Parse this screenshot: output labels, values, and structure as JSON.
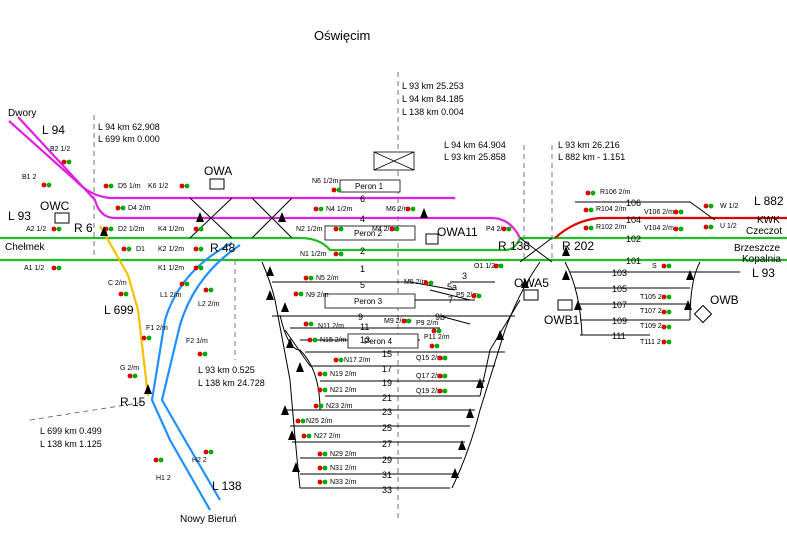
{
  "title": "Oświęcim",
  "markers": {
    "km_left": [
      "L 94   km  62.908",
      "L 699 km    0.000"
    ],
    "km_top": [
      "L 93   km   25.253",
      "L 94   km   84.185",
      "L 138 km     0.004"
    ],
    "km_mid": [
      "L 94 km  64.904",
      "L 93 km  25.858"
    ],
    "km_right": [
      "L 93    km   26.216",
      "L 882 km  - 1.151"
    ],
    "km_lower": [
      "L 93    km   0.525",
      "L 138 km 24.728"
    ],
    "km_bottom": [
      "L 699  km  0.499",
      "L 138  km  1.125"
    ]
  },
  "lines": {
    "dwory": "Dwory",
    "l94": "L 94",
    "l93_left": "L 93",
    "chelmek": "Chełmek",
    "l699": "L 699",
    "l138": "L 138",
    "nowy_bierun": "Nowy Bieruń",
    "l882": "L 882",
    "kwk": "KWK",
    "czeczot": "Czeczot",
    "brzeszcze": "Brzeszcze",
    "kopalnia": "Kopalnia",
    "l93_right": "L 93"
  },
  "posts": {
    "owc": "OWC",
    "owa": "OWA",
    "owa11": "OWA11",
    "owa5": "OWA5",
    "owb1": "OWB1",
    "owb": "OWB",
    "r6": "R 6",
    "r48": "R 48",
    "r138": "R 138",
    "r202": "R 202",
    "r15": "R 15"
  },
  "platforms": [
    "Peron  1",
    "Peron 2",
    "Peron 3",
    "Peron  4"
  ],
  "tracks": [
    "6",
    "4",
    "2",
    "1",
    "3",
    "5",
    "5a",
    "7",
    "9",
    "9b",
    "11",
    "13",
    "15",
    "17",
    "19",
    "21",
    "23",
    "25",
    "27",
    "29",
    "31",
    "33",
    "106",
    "104",
    "102",
    "101",
    "103",
    "105",
    "107",
    "109",
    "111"
  ],
  "signals": [
    "B2 1/2",
    "B1 2",
    "D5 1/m",
    "K6 1/2",
    "D4 2/m",
    "A2 1/2",
    "D2 1/2m",
    "K4 1/2m",
    "D1",
    "K2 1/2m",
    "A1 1/2",
    "K1 1/2m",
    "L1 2/m",
    "L2 2/m",
    "C 2/m",
    "F1 2/m",
    "F2 1/m",
    "G 2/m",
    "H2 2",
    "H1 2",
    "N6 1/2m",
    "N4 1/2m",
    "N2 1/2m",
    "N1 1/2m",
    "M6 2/m",
    "M4 2/m",
    "P4 2/m",
    "O1 1/2m",
    "N5 2/m",
    "N9 2/m",
    "M5 2/m",
    "P5 2/m",
    "N11 2/m",
    "M9 2/m",
    "N15 2/m",
    "P9 2/m",
    "P11 2/m",
    "N17 2/m",
    "N19 2/m",
    "N21 2/m",
    "N23 2/m",
    "N25 2/m",
    "N27 2/m",
    "N29 2/m",
    "N31 2/m",
    "N33 2/m",
    "Q15 2/m",
    "Q17 2/m",
    "Q19 2/m",
    "R106 2/m",
    "R104 2/m",
    "R102 2/m",
    "V106 2/m",
    "V104 2/m",
    "W 1/2",
    "U 1/2",
    "S",
    "T105 2",
    "T107 2",
    "T109 2",
    "T111 2"
  ],
  "colors": {
    "l94": "#e020e0",
    "main": "#22bb22",
    "l699": "#f2c200",
    "l138": "#1e90ff",
    "l882": "#dd0000",
    "track": "#000000",
    "signal_red": "#dd0000",
    "signal_green": "#00aa00"
  }
}
